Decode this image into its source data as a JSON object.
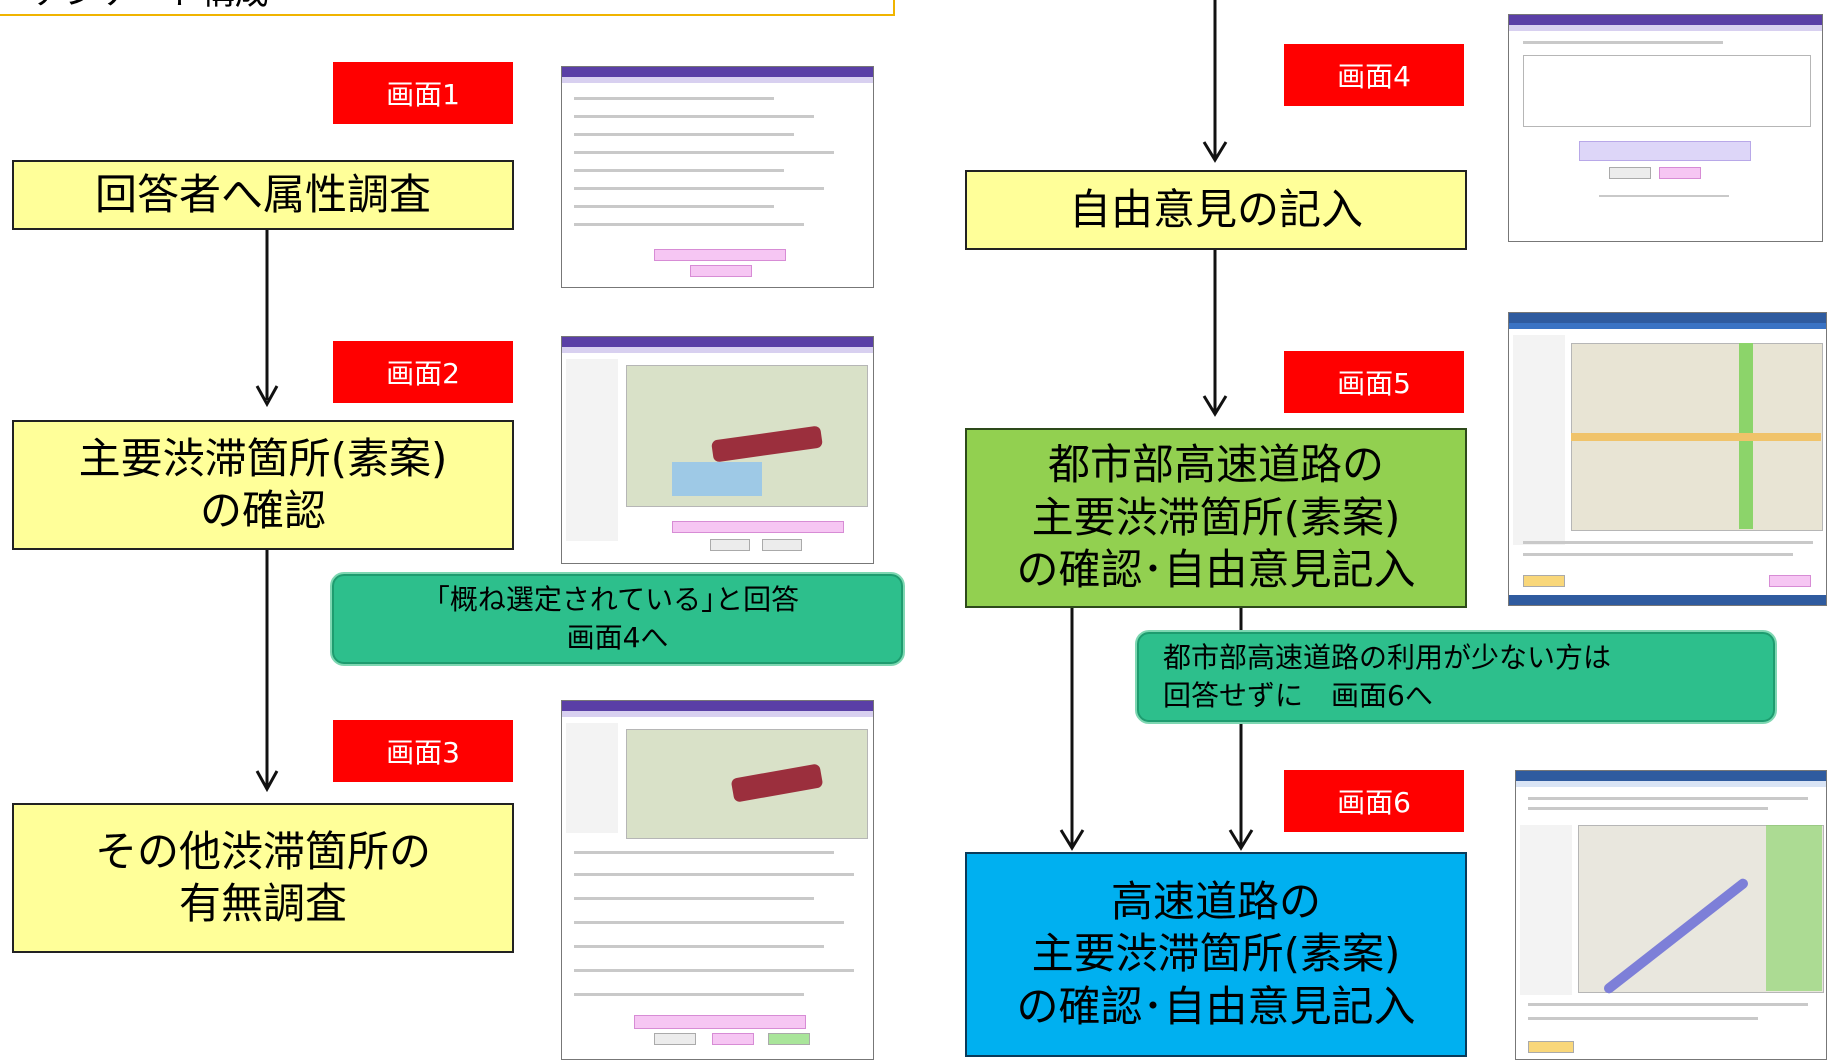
{
  "header": {
    "text": "アンケート構成"
  },
  "flow": [
    {
      "id": "s1",
      "label": "画面1",
      "box": "回答者へ属性調査",
      "color": "yellow"
    },
    {
      "id": "s2",
      "label": "画面2",
      "box_line1": "主要渋滞箇所(素案)",
      "box_line2": "の確認",
      "color": "yellow"
    },
    {
      "id": "s3",
      "label": "画面3",
      "box_line1": "その他渋滞箇所の",
      "box_line2": "有無調査",
      "color": "yellow"
    },
    {
      "id": "s4",
      "label": "画面4",
      "box": "自由意見の記入",
      "color": "yellow"
    },
    {
      "id": "s5",
      "label": "画面5",
      "box_line1": "都市部高速道路の",
      "box_line2": "主要渋滞箇所(素案)",
      "box_line3": "の確認･自由意見記入",
      "color": "green"
    },
    {
      "id": "s6",
      "label": "画面6",
      "box_line1": "高速道路の",
      "box_line2": "主要渋滞箇所(素案)",
      "box_line3": "の確認･自由意見記入",
      "color": "blue"
    }
  ],
  "notes": {
    "note1_line1": "｢概ね選定されている｣と回答",
    "note1_line2": "画面4へ",
    "note2_line1": "都市部高速道路の利用が少ない方は",
    "note2_line2": "回答せずに　画面6へ"
  },
  "colors": {
    "yellow": "#ffff99",
    "green": "#92d050",
    "blue": "#00b0f0",
    "label_red": "#ff0000",
    "note": "#2dbf8c"
  }
}
